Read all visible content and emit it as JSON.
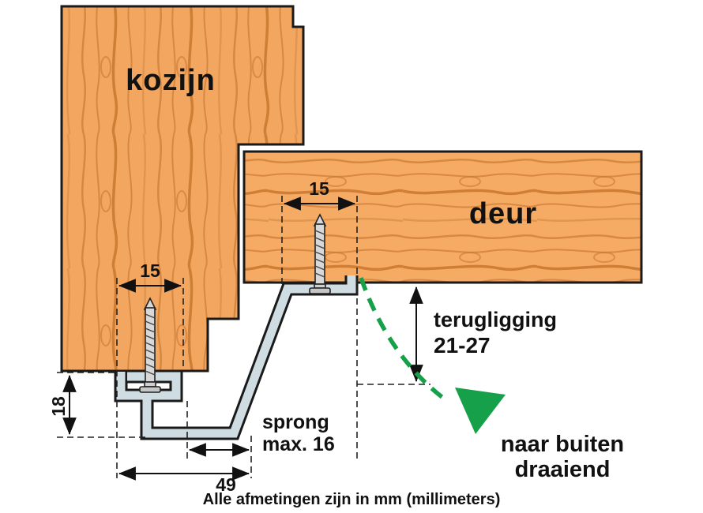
{
  "diagram": {
    "caption": "Alle afmetingen zijn in mm (millimeters)",
    "parts": {
      "frame_label": "kozijn",
      "door_label": "deur"
    },
    "dimensions": {
      "frame_screw_width": "15",
      "door_screw_width": "15",
      "profile_height": "18",
      "profile_width": "49",
      "step_line1": "sprong",
      "step_line2": "max. 16",
      "setback_line1": "terugligging",
      "setback_line2": "21-27"
    },
    "swing": {
      "line1": "naar buiten",
      "line2": "draaiend"
    },
    "colors": {
      "wood_base": "#f2a65f",
      "wood_base_door": "#f5ab64",
      "wood_grain": "#d2823a",
      "profile_fill": "#cfdde3",
      "outline": "#1a1a1a",
      "green": "#17a04a"
    }
  }
}
